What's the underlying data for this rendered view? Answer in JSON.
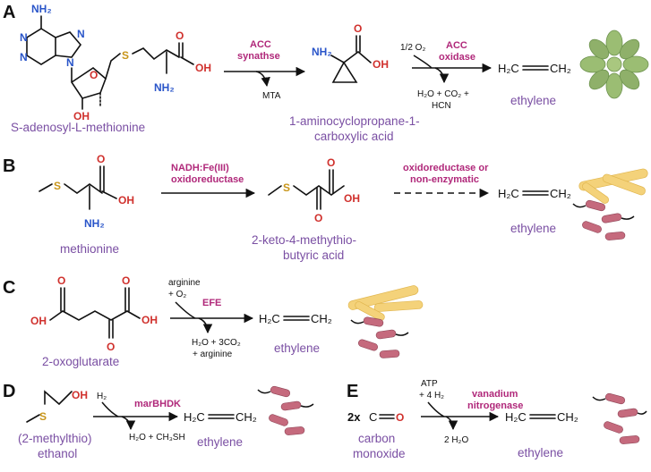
{
  "panels": {
    "A": {
      "label": "A",
      "substrate": "S-adenosyl-L-methionine",
      "enzyme_line1": "ACC",
      "enzyme_line2": "synathse",
      "byproduct": "MTA",
      "intermediate_line1": "1-aminocyclopropane-1-",
      "intermediate_line2": "carboxylic acid",
      "cosubstrate": "1/2 O₂",
      "enzyme2_line1": "ACC",
      "enzyme2_line2": "oxidase",
      "products_line1": "H₂O + CO₂ +",
      "products_line2": "HCN",
      "product": "ethylene"
    },
    "B": {
      "label": "B",
      "substrate": "methionine",
      "enzyme_line1": "NADH:Fe(III)",
      "enzyme_line2": "oxidoreductase",
      "intermediate_line1": "2-keto-4-methythio-",
      "intermediate_line2": "butyric acid",
      "enzyme2_line1": "oxidoreductase or",
      "enzyme2_line2": "non-enzymatic",
      "product": "ethylene"
    },
    "C": {
      "label": "C",
      "substrate": "2-oxoglutarate",
      "cosubstrate_line1": "arginine",
      "cosubstrate_line2": "+ O₂",
      "enzyme": "EFE",
      "products_line1": "H₂O + 3CO₂",
      "products_line2": "+ arginine",
      "product": "ethylene"
    },
    "D": {
      "label": "D",
      "substrate_line1": "(2-methylthio)",
      "substrate_line2": "ethanol",
      "cosubstrate": "H₂",
      "enzyme": "marBHDK",
      "products": "H₂O + CH₃SH",
      "product": "ethylene"
    },
    "E": {
      "label": "E",
      "prefix": "2x",
      "substrate_line1": "carbon",
      "substrate_line2": "monoxide",
      "cosubstrate_line1": "ATP",
      "cosubstrate_line2": "+ 4 H₂",
      "enzyme_line1": "vanadium",
      "enzyme_line2": "nitrogenase",
      "products": "2 H₂O",
      "product": "ethylene"
    }
  },
  "atoms": {
    "amine": "NH₂",
    "nh2": "NH₂",
    "oh": "OH",
    "o": "O",
    "s": "S",
    "n": "N",
    "h2c": "H₂C",
    "ch2": "CH₂",
    "c": "C"
  },
  "colors": {
    "caption": "#7a4fa3",
    "enzyme": "#b0287a",
    "oxygen": "#d0312d",
    "nitrogen": "#2a55c9",
    "sulfur": "#c8951a",
    "bacteria": "#c56a7d",
    "fungus": "#f4d27a",
    "plant": "#8fb06a"
  },
  "icons": [
    "plant-icon",
    "fungus-bacteria-icon",
    "bacteria-icon"
  ]
}
